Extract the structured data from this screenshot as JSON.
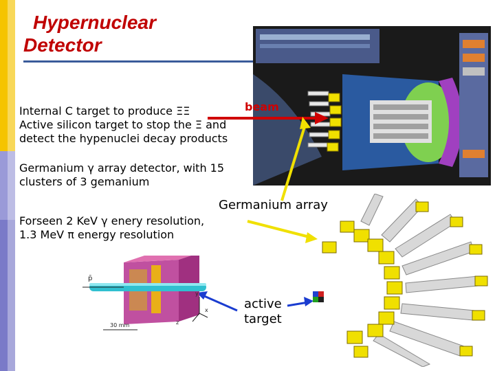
{
  "title": {
    "line1": "Hypernuclear",
    "line2": "Detector"
  },
  "bullets": {
    "b1_line1": "Internal C target to produce ΞΞ",
    "b1_line2": "Active silicon target to stop the Ξ and",
    "b1_line3": "detect the hypenuclei decay products",
    "b2_line1": "Germanium γ array detector, with 15",
    "b2_line2": "clusters of 3 gemanium",
    "b3_line1": "Forseen 2 KeV  γ enery resolution,",
    "b3_line2": "1.3 MeV π energy resolution"
  },
  "labels": {
    "beam": "beam",
    "germanium_array": "Germanium array",
    "active_line1": "active",
    "active_line2": "target"
  },
  "target_figure": {
    "scale": "30 mm",
    "axis_y": "y",
    "axis_x": "x",
    "axis_z": "z",
    "pbar": "p̄"
  },
  "colors": {
    "title": "#c00000",
    "beam": "#d00000",
    "sidebar_a": "#f5c400",
    "sidebar_b": "#8a8ad0",
    "ge_yellow": "#f0e000",
    "arrow_blue": "#1a3cd0"
  }
}
